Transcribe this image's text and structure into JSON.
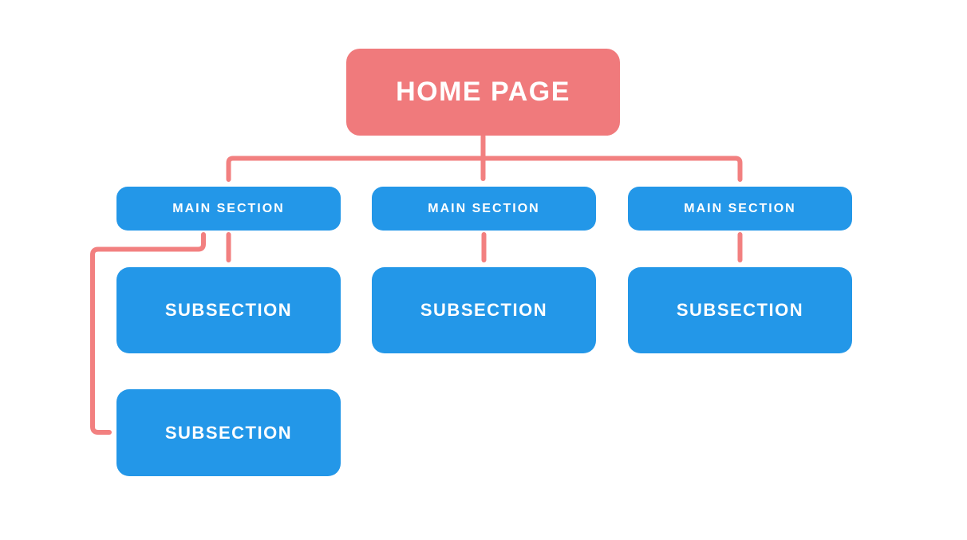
{
  "colors": {
    "page-bg": "#FFFFFF",
    "root-node": "#F07A7C",
    "section-node": "#2397E8",
    "connector": "#F28080",
    "node-text": "#FFFFFF"
  },
  "diagram": {
    "type": "sitemap-flowchart",
    "root": {
      "label": "HOME PAGE"
    },
    "columns": [
      {
        "main_label": "MAIN SECTION",
        "sub_labels": [
          "SUBSECTION",
          "SUBSECTION"
        ]
      },
      {
        "main_label": "MAIN SECTION",
        "sub_labels": [
          "SUBSECTION"
        ]
      },
      {
        "main_label": "MAIN SECTION",
        "sub_labels": [
          "SUBSECTION"
        ]
      }
    ]
  }
}
